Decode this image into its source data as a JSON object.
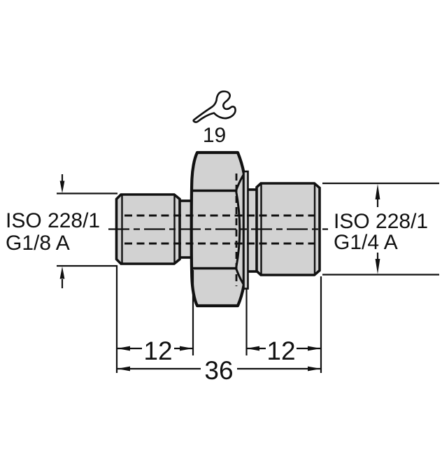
{
  "diagram": {
    "wrench_size": "19",
    "left_thread": {
      "line1": "ISO 228/1",
      "line2": "G1/8 A"
    },
    "right_thread": {
      "line1": "ISO 228/1",
      "line2": "G1/4 A"
    },
    "dimensions": {
      "left_length": "12",
      "right_length": "12",
      "overall_length": "36"
    }
  },
  "colors": {
    "background": "#ffffff",
    "part_fill": "#d2d2d2",
    "line": "#111111"
  }
}
